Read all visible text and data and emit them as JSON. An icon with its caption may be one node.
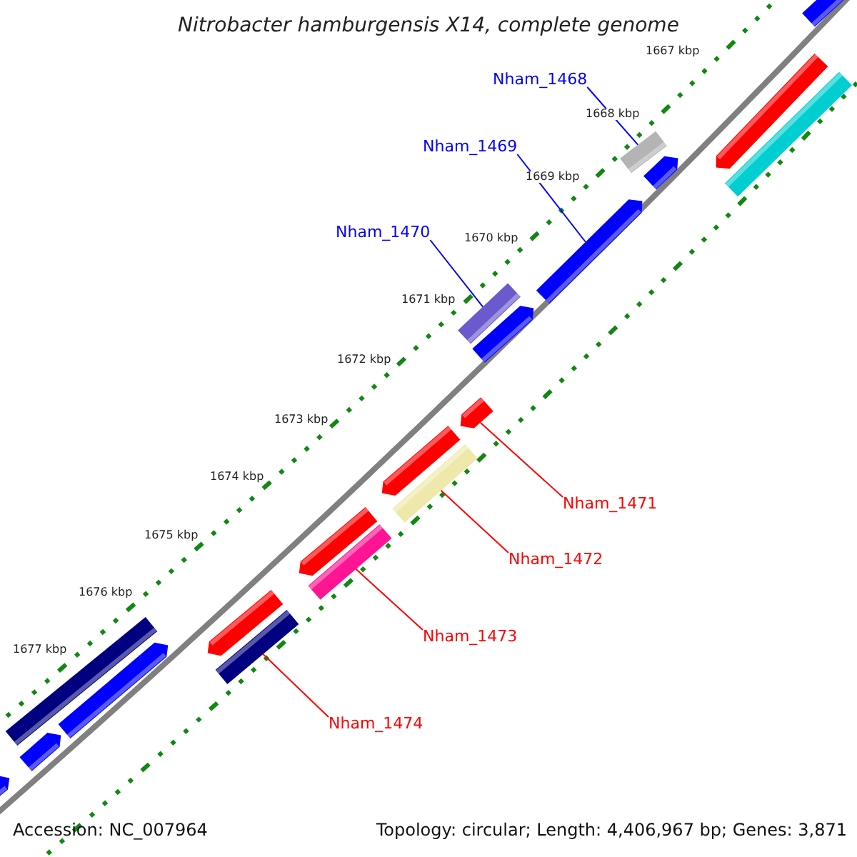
{
  "diagram": {
    "title": "Nitrobacter hamburgensis X14, complete genome",
    "nodes": [
      {
        "text": [
          "Nham_1468"
        ]
      },
      {
        "text": [],
        "shape": "bar"
      },
      {
        "text": [
          "Nham_1469"
        ]
      },
      {
        "text": [],
        "shape": "arrow"
      },
      {
        "text": [
          "Nham_1470"
        ]
      },
      {
        "text": [],
        "shape": "bar"
      },
      {
        "text": [
          "Nham_1471"
        ]
      },
      {
        "text": [],
        "shape": "arrow"
      },
      {
        "text": [
          "Nham_1472"
        ]
      },
      {
        "text": [],
        "shape": "bar"
      },
      {
        "text": [
          "Nham_1473"
        ]
      },
      {
        "text": [],
        "shape": "bar"
      },
      {
        "text": [
          "Nham_1474"
        ]
      },
      {
        "text": [],
        "shape": "bar"
      },
      {
        "text": [],
        "shape": "arrow"
      },
      {
        "text": [],
        "shape": "arrow"
      },
      {
        "text": [],
        "shape": "bar"
      },
      {
        "text": [],
        "shape": "arrow"
      },
      {
        "text": [],
        "shape": "arrow"
      },
      {
        "text": [],
        "shape": "arrow"
      },
      {
        "text": [],
        "shape": "arrow"
      },
      {
        "text": [],
        "shape": "arrow"
      },
      {
        "text": [],
        "shape": "bar"
      },
      {
        "text": [],
        "shape": "arrow"
      },
      {
        "text": [],
        "shape": "arrow"
      },
      {
        "text": [],
        "shape": "arrow"
      }
    ],
    "edges": [
      {
        "from": 0,
        "to": 1,
        "arrow": "none",
        "color": "#0000ff"
      },
      {
        "from": 2,
        "to": 3,
        "arrow": "none",
        "color": "#0000ff"
      },
      {
        "from": 4,
        "to": 5,
        "arrow": "none",
        "color": "#0000ff"
      },
      {
        "from": 6,
        "to": 7,
        "arrow": "none"
      },
      {
        "from": 8,
        "to": 9,
        "arrow": "none"
      },
      {
        "from": 10,
        "to": 11,
        "arrow": "none"
      },
      {
        "from": 12,
        "to": 13,
        "arrow": "none"
      }
    ],
    "labels": [
      "1667 kbp",
      "1668 kbp",
      "1669 kbp",
      "1670 kbp",
      "1671 kbp",
      "1672 kbp",
      "1673 kbp",
      "1674 kbp",
      "1675 kbp",
      "1676 kbp",
      "1677 kbp",
      "Accession: NC_007964",
      "Topology: circular; Length: 4,406,967 bp; Genes: 3,871"
    ]
  }
}
